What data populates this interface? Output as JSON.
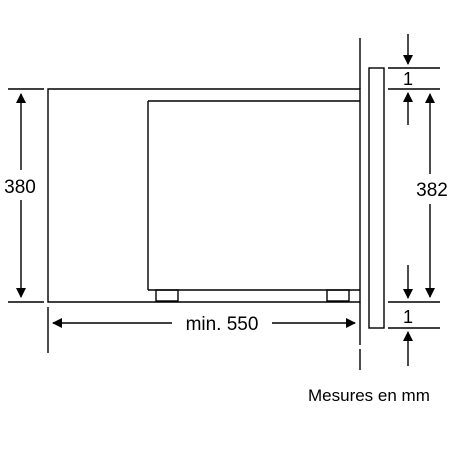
{
  "dimensions": {
    "height_left": "380",
    "height_right": "382",
    "depth": "min. 550",
    "gap_top": "1",
    "gap_bottom": "1"
  },
  "caption": "Mesures en mm",
  "colors": {
    "line": "#000000",
    "background": "#ffffff"
  }
}
